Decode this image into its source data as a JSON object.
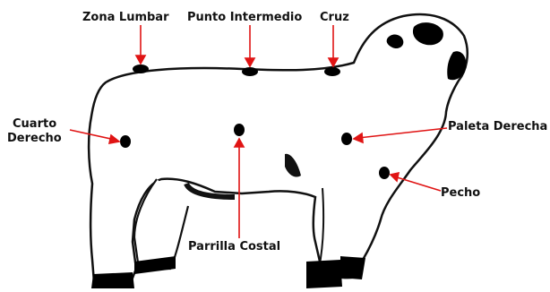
{
  "diagram": {
    "labels": {
      "zona_lumbar": "Zona Lumbar",
      "punto_intermedio": "Punto Intermedio",
      "cruz": "Cruz",
      "cuarto_derecho_1": "Cuarto",
      "cuarto_derecho_2": "Derecho",
      "paleta_derecha": "Paleta Derecha",
      "pecho": "Pecho",
      "parrilla_costal": "Parrilla Costal"
    },
    "colors": {
      "arrow": "#e01414",
      "outline": "#111111",
      "marker": "#000000",
      "fill": "#ffffff"
    }
  }
}
